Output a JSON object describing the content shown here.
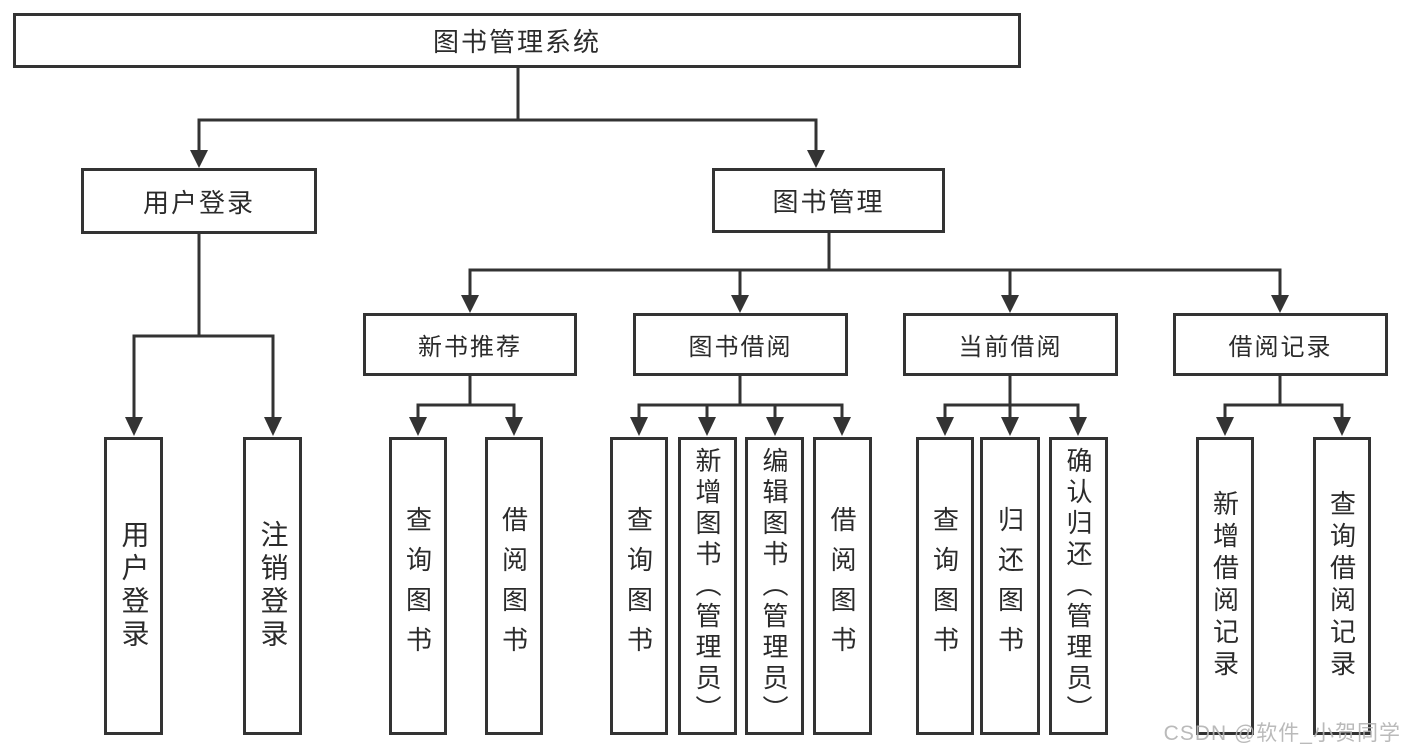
{
  "root": {
    "label": "图书管理系统"
  },
  "level2": {
    "user_login": "用户登录",
    "book_management": "图书管理"
  },
  "level3": {
    "new_book_recommend": "新书推荐",
    "book_borrow": "图书借阅",
    "current_borrow": "当前借阅",
    "borrow_records": "借阅记录"
  },
  "leaves": {
    "user_login": [
      "用户登录",
      "注销登录"
    ],
    "new_book_recommend": [
      "查询图书",
      "借阅图书"
    ],
    "book_borrow": [
      "查询图书",
      "新增图书（管理员）",
      "编辑图书（管理员）",
      "借阅图书"
    ],
    "current_borrow": [
      "查询图书",
      "归还图书",
      "确认归还（管理员）"
    ],
    "borrow_records": [
      "新增借阅记录",
      "查询借阅记录"
    ]
  },
  "watermark": {
    "text": "CSDN @软件_小贺同学"
  },
  "colors": {
    "line": "#333333",
    "box_border": "#333333",
    "text": "#2b2b2b",
    "watermark": "#b2b2b2",
    "background": "#ffffff"
  }
}
